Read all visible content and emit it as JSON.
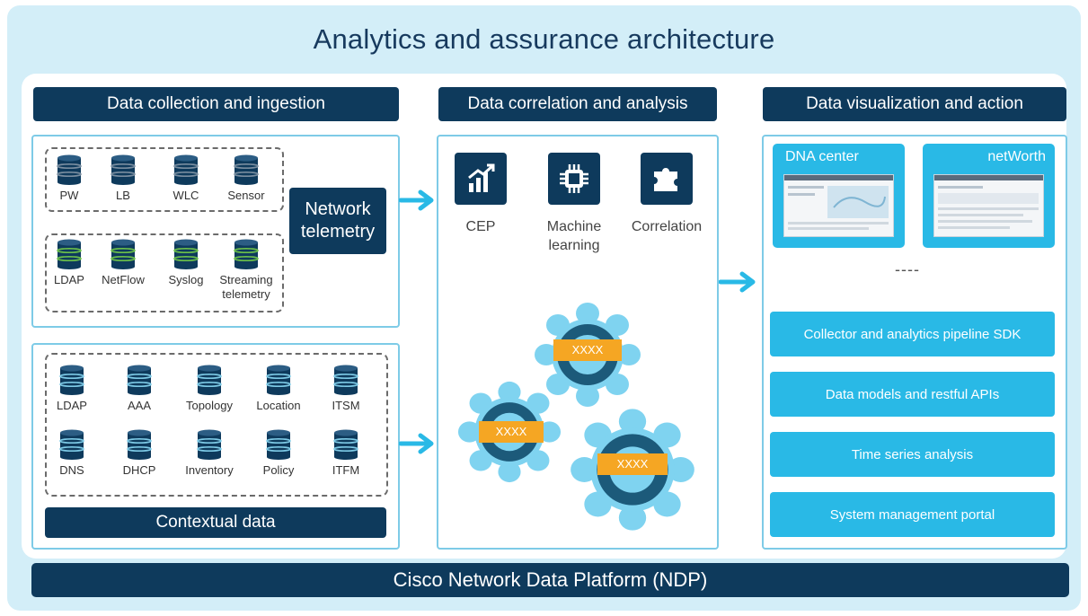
{
  "title": "Analytics and assurance architecture",
  "sections": {
    "collection": "Data collection and ingestion",
    "correlation": "Data correlation and analysis",
    "visualization": "Data visualization and action"
  },
  "telemetry": {
    "top_row": [
      "PW",
      "LB",
      "WLC",
      "Sensor"
    ],
    "bottom_row": [
      "LDAP",
      "NetFlow",
      "Syslog",
      "Streaming telemetry"
    ],
    "button": "Network telemetry"
  },
  "contextual": {
    "row1": [
      "LDAP",
      "AAA",
      "Topology",
      "Location",
      "ITSM"
    ],
    "row2": [
      "DNS",
      "DHCP",
      "Inventory",
      "Policy",
      "ITFM"
    ],
    "label": "Contextual data"
  },
  "analysis": {
    "tools": [
      "CEP",
      "Machine learning",
      "Correlation"
    ],
    "gear_labels": [
      "XXXX",
      "XXXX",
      "XXXX"
    ]
  },
  "visualization": {
    "cards": [
      "DNA center",
      "netWorth"
    ],
    "ellipsis": "----",
    "actions": [
      "Collector and analytics pipeline SDK",
      "Data models and restful APIs",
      "Time series analysis",
      "System management portal"
    ]
  },
  "footer": "Cisco Network Data Platform (NDP)",
  "colors": {
    "navy": "#0e3a5c",
    "cyan": "#29b9e6",
    "light_bg": "#d3eef8",
    "accent": "#f5a623",
    "panel_border": "#7ecbe7",
    "db_green": "#6cc04a"
  }
}
